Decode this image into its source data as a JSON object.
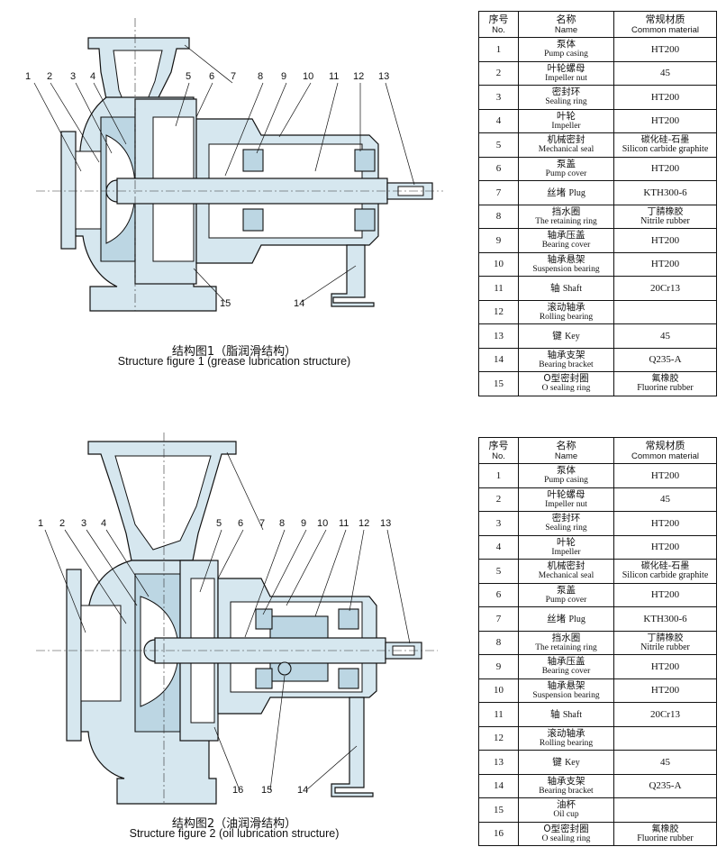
{
  "figure1": {
    "caption_zh": "结构图1（脂润滑结构）",
    "caption_en": "Structure figure 1 (grease lubrication structure)",
    "labels": [
      "1",
      "2",
      "3",
      "4",
      "5",
      "6",
      "7",
      "8",
      "9",
      "10",
      "11",
      "12",
      "13",
      "14",
      "15"
    ]
  },
  "figure2": {
    "caption_zh": "结构图2（油润滑结构）",
    "caption_en": "Structure figure 2 (oil lubrication structure)",
    "labels": [
      "1",
      "2",
      "3",
      "4",
      "5",
      "6",
      "7",
      "8",
      "9",
      "10",
      "11",
      "12",
      "13",
      "14",
      "15",
      "16"
    ]
  },
  "table_header": {
    "no_zh": "序号",
    "no_en": "No.",
    "name_zh": "名称",
    "name_en": "Name",
    "material_zh": "常规材质",
    "material_en": "Common material"
  },
  "table1": [
    {
      "no": "1",
      "name_zh": "泵体",
      "name_en": "Pump casing",
      "mat": "HT200"
    },
    {
      "no": "2",
      "name_zh": "叶轮螺母",
      "name_en": "Impeller nut",
      "mat": "45"
    },
    {
      "no": "3",
      "name_zh": "密封环",
      "name_en": "Sealing ring",
      "mat": "HT200"
    },
    {
      "no": "4",
      "name_zh": "叶轮",
      "name_en": "Impeller",
      "mat": "HT200"
    },
    {
      "no": "5",
      "name_zh": "机械密封",
      "name_en": "Mechanical seal",
      "mat_zh": "碳化硅-石墨",
      "mat_en": "Silicon carbide graphite"
    },
    {
      "no": "6",
      "name_zh": "泵盖",
      "name_en": "Pump cover",
      "mat": "HT200"
    },
    {
      "no": "7",
      "name_zh": "丝堵",
      "name_en": "Plug",
      "mat": "KTH300-6",
      "inline": true
    },
    {
      "no": "8",
      "name_zh": "挡水圈",
      "name_en": "The retaining ring",
      "mat_zh": "丁腈橡胶",
      "mat_en": "Nitrile rubber"
    },
    {
      "no": "9",
      "name_zh": "轴承压盖",
      "name_en": "Bearing cover",
      "mat": "HT200"
    },
    {
      "no": "10",
      "name_zh": "轴承悬架",
      "name_en": "Suspension bearing",
      "mat": "HT200"
    },
    {
      "no": "11",
      "name_zh": "轴",
      "name_en": "Shaft",
      "mat": "20Cr13",
      "inline": true
    },
    {
      "no": "12",
      "name_zh": "滚动轴承",
      "name_en": "Rolling bearing",
      "mat": ""
    },
    {
      "no": "13",
      "name_zh": "键",
      "name_en": "Key",
      "mat": "45",
      "inline": true
    },
    {
      "no": "14",
      "name_zh": "轴承支架",
      "name_en": "Bearing bracket",
      "mat": "Q235-A"
    },
    {
      "no": "15",
      "name_zh": "O型密封圈",
      "name_en": "O sealing ring",
      "mat_zh": "氟橡胶",
      "mat_en": "Fluorine rubber"
    }
  ],
  "table2": [
    {
      "no": "1",
      "name_zh": "泵体",
      "name_en": "Pump casing",
      "mat": "HT200"
    },
    {
      "no": "2",
      "name_zh": "叶轮螺母",
      "name_en": "Impeller nut",
      "mat": "45"
    },
    {
      "no": "3",
      "name_zh": "密封环",
      "name_en": "Sealing ring",
      "mat": "HT200"
    },
    {
      "no": "4",
      "name_zh": "叶轮",
      "name_en": "Impeller",
      "mat": "HT200"
    },
    {
      "no": "5",
      "name_zh": "机械密封",
      "name_en": "Mechanical seal",
      "mat_zh": "碳化硅-石墨",
      "mat_en": "Silicon carbide graphite"
    },
    {
      "no": "6",
      "name_zh": "泵盖",
      "name_en": "Pump cover",
      "mat": "HT200"
    },
    {
      "no": "7",
      "name_zh": "丝堵",
      "name_en": "Plug",
      "mat": "KTH300-6",
      "inline": true
    },
    {
      "no": "8",
      "name_zh": "挡水圈",
      "name_en": "The retaining ring",
      "mat_zh": "丁腈橡胶",
      "mat_en": "Nitrile rubber"
    },
    {
      "no": "9",
      "name_zh": "轴承压盖",
      "name_en": "Bearing cover",
      "mat": "HT200"
    },
    {
      "no": "10",
      "name_zh": "轴承悬架",
      "name_en": "Suspension bearing",
      "mat": "HT200"
    },
    {
      "no": "11",
      "name_zh": "轴",
      "name_en": "Shaft",
      "mat": "20Cr13",
      "inline": true
    },
    {
      "no": "12",
      "name_zh": "滚动轴承",
      "name_en": "Rolling bearing",
      "mat": ""
    },
    {
      "no": "13",
      "name_zh": "键",
      "name_en": "Key",
      "mat": "45",
      "inline": true
    },
    {
      "no": "14",
      "name_zh": "轴承支架",
      "name_en": "Bearing bracket",
      "mat": "Q235-A"
    },
    {
      "no": "15",
      "name_zh": "油杯",
      "name_en": "Oil cup",
      "mat": ""
    },
    {
      "no": "16",
      "name_zh": "O型密封圈",
      "name_en": "O sealing ring",
      "mat_zh": "氟橡胶",
      "mat_en": "Fluorine rubber"
    }
  ]
}
